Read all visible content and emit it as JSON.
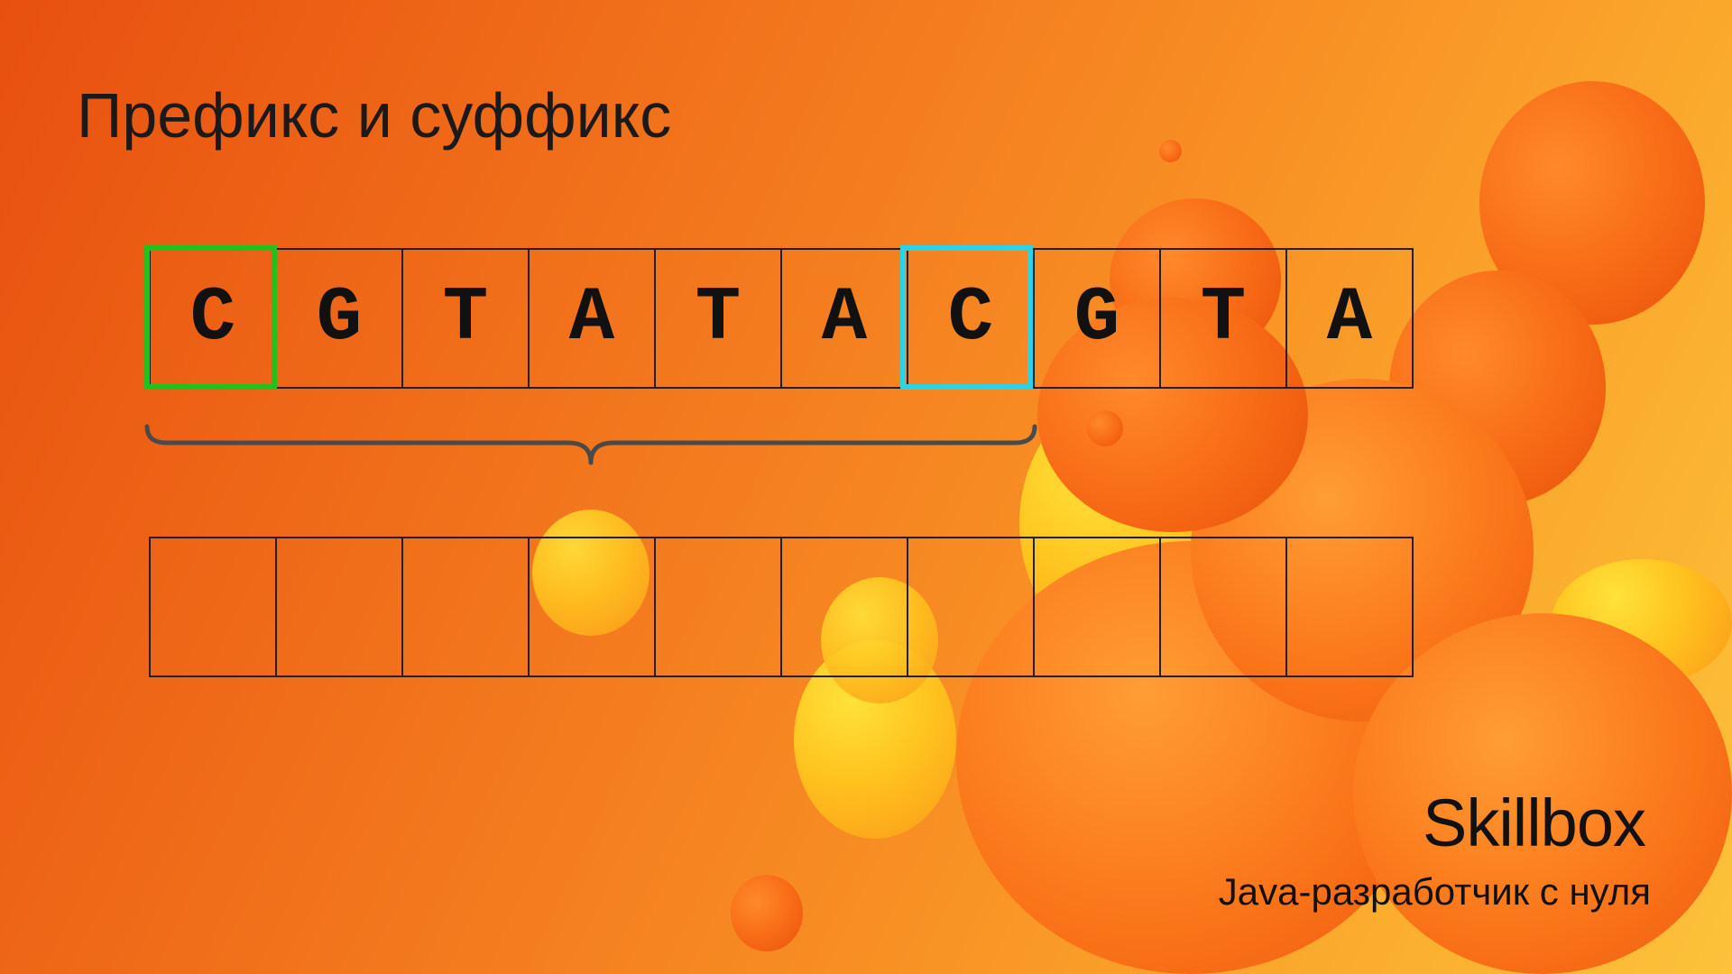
{
  "slide": {
    "title": "Префикс и суффикс",
    "top_row": [
      "C",
      "G",
      "T",
      "A",
      "T",
      "A",
      "C",
      "G",
      "T",
      "A"
    ],
    "bottom_row": [
      "",
      "",
      "",
      "",
      "",
      "",
      "",
      "",
      "",
      ""
    ],
    "highlight_colors": {
      "prefix": "#22c11c",
      "suffix": "#2ad3e6"
    },
    "brace_color": "#4a4a4a"
  },
  "branding": {
    "logo": "Skillbox",
    "course": "Java-разработчик с нуля"
  }
}
